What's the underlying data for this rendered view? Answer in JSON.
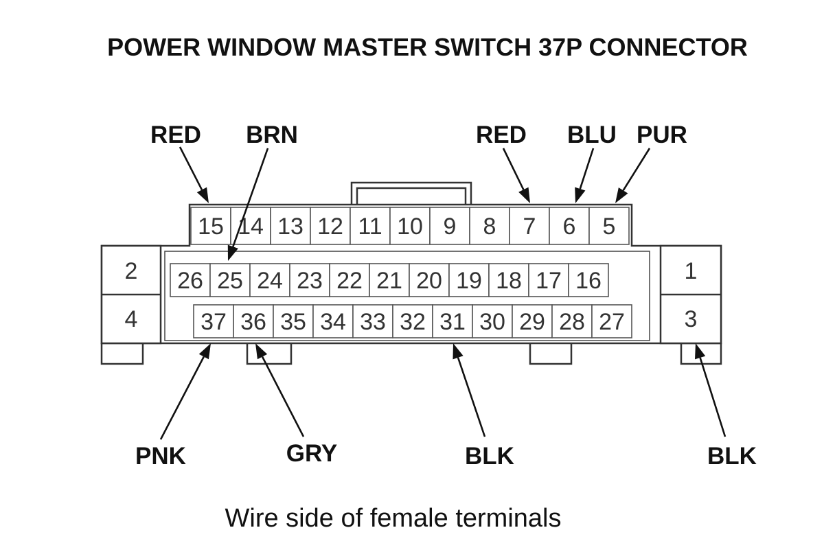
{
  "title": "POWER WINDOW MASTER SWITCH 37P CONNECTOR",
  "caption": "Wire side of female terminals",
  "connector": {
    "top_row": [
      "15",
      "14",
      "13",
      "12",
      "11",
      "10",
      "9",
      "8",
      "7",
      "6",
      "5"
    ],
    "middle_row": [
      "26",
      "25",
      "24",
      "23",
      "22",
      "21",
      "20",
      "19",
      "18",
      "17",
      "16"
    ],
    "bottom_row": [
      "37",
      "36",
      "35",
      "34",
      "33",
      "32",
      "31",
      "30",
      "29",
      "28",
      "27"
    ],
    "left_block": [
      "2",
      "4"
    ],
    "right_block": [
      "1",
      "3"
    ]
  },
  "wires": [
    {
      "color": "RED",
      "terminal": "15"
    },
    {
      "color": "BRN",
      "terminal": "25"
    },
    {
      "color": "RED",
      "terminal": "7"
    },
    {
      "color": "BLU",
      "terminal": "6"
    },
    {
      "color": "PUR",
      "terminal": "5"
    },
    {
      "color": "PNK",
      "terminal": "37"
    },
    {
      "color": "GRY",
      "terminal": "36"
    },
    {
      "color": "BLK",
      "terminal": "31"
    },
    {
      "color": "BLK",
      "terminal": "3"
    }
  ]
}
